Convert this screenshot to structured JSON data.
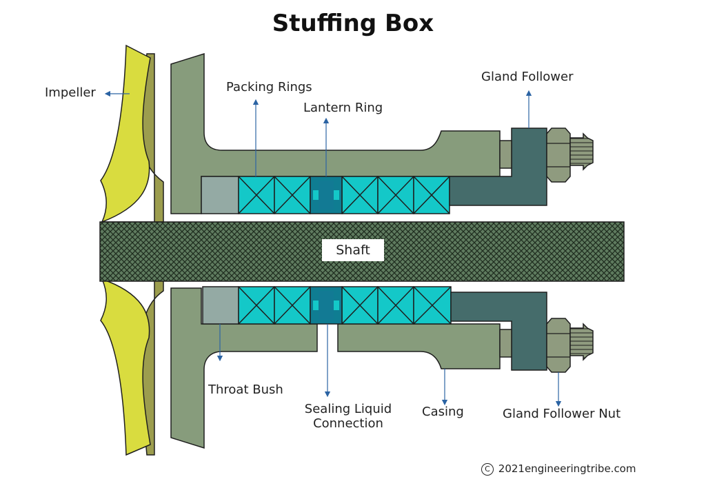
{
  "title": "Stuffing Box",
  "labels": {
    "impeller": "Impeller",
    "packing_rings": "Packing Rings",
    "lantern_ring": "Lantern Ring",
    "gland_follower": "Gland Follower",
    "shaft": "Shaft",
    "throat_bush": "Throat Bush",
    "sealing_liquid_line1": "Sealing Liquid",
    "sealing_liquid_line2": "Connection",
    "casing": "Casing",
    "gland_follower_nut": "Gland Follower Nut"
  },
  "copyright": {
    "symbol": "C",
    "text": "2021engineeringtribe.com"
  },
  "colors": {
    "impeller_front": "#d9dc3f",
    "impeller_back": "#9c9d4e",
    "casing": "#879c7c",
    "throat_bush": "#94aaa4",
    "packing": "#14c8c8",
    "lantern": "#0f7d92",
    "gland": "#456c6b",
    "nut": "#8f9b7f",
    "shaft": "#5c7a5c",
    "arrow": "#2b63a3"
  }
}
